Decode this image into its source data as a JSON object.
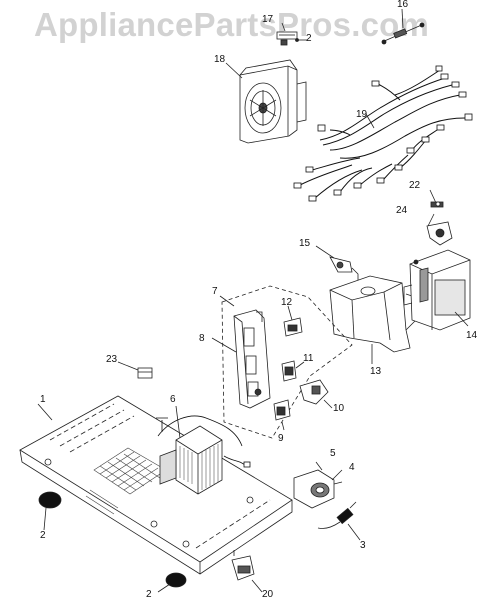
{
  "watermark": "AppliancePartsPros.com",
  "callouts": {
    "c1": "1",
    "c2a": "2",
    "c2b": "2",
    "c2c": "2",
    "c3": "3",
    "c4": "4",
    "c5": "5",
    "c6": "6",
    "c7": "7",
    "c8": "8",
    "c9": "9",
    "c10": "10",
    "c11": "11",
    "c12": "12",
    "c13": "13",
    "c14": "14",
    "c15": "15",
    "c16": "16",
    "c17": "17",
    "c18": "18",
    "c19": "19",
    "c20": "20",
    "c22": "22",
    "c23": "23",
    "c24": "24"
  },
  "colors": {
    "line": "#222222",
    "fill": "#ffffff",
    "shade": "#9a9a9a",
    "dark": "#111111"
  }
}
